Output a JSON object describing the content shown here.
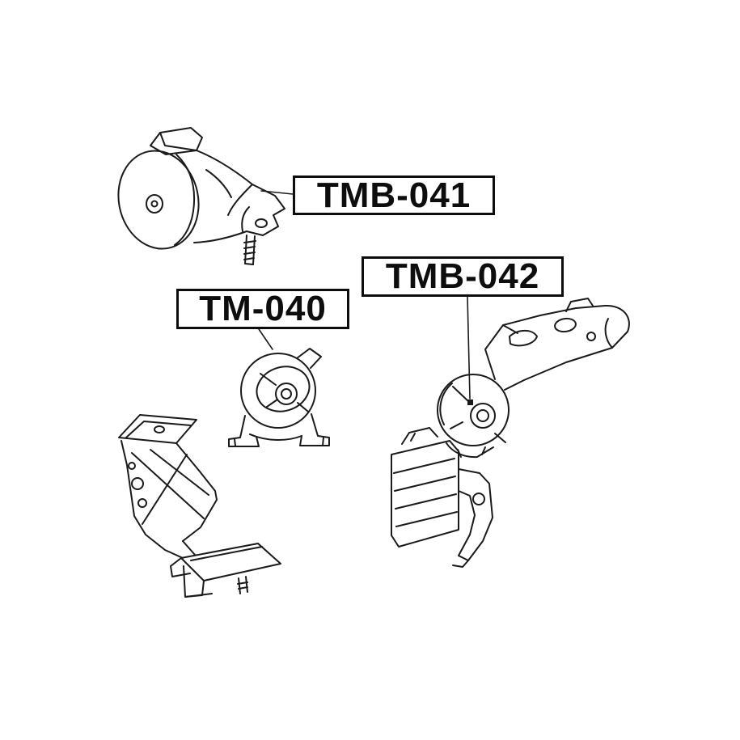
{
  "page": {
    "background_color": "#ffffff",
    "ink_color": "#1a1a1a"
  },
  "diagram": {
    "description": "Exploded parts diagram of three engine mounts with part-number callouts",
    "labels": [
      {
        "id": "tmb-041",
        "text": "TMB-041"
      },
      {
        "id": "tm-040",
        "text": "TM-040"
      },
      {
        "id": "tmb-042",
        "text": "TMB-042"
      }
    ],
    "drawings": [
      {
        "id": "mount-tmb-041",
        "name": "engine-mount-upper-left"
      },
      {
        "id": "mount-tm-040",
        "name": "engine-mount-center"
      },
      {
        "id": "mount-tmb-042",
        "name": "engine-mount-with-bracket-arm"
      },
      {
        "id": "bracket-lower-left",
        "name": "mounting-bracket-lower-left"
      },
      {
        "id": "bracket-lower-right",
        "name": "mounting-bracket-lower-right"
      }
    ]
  }
}
